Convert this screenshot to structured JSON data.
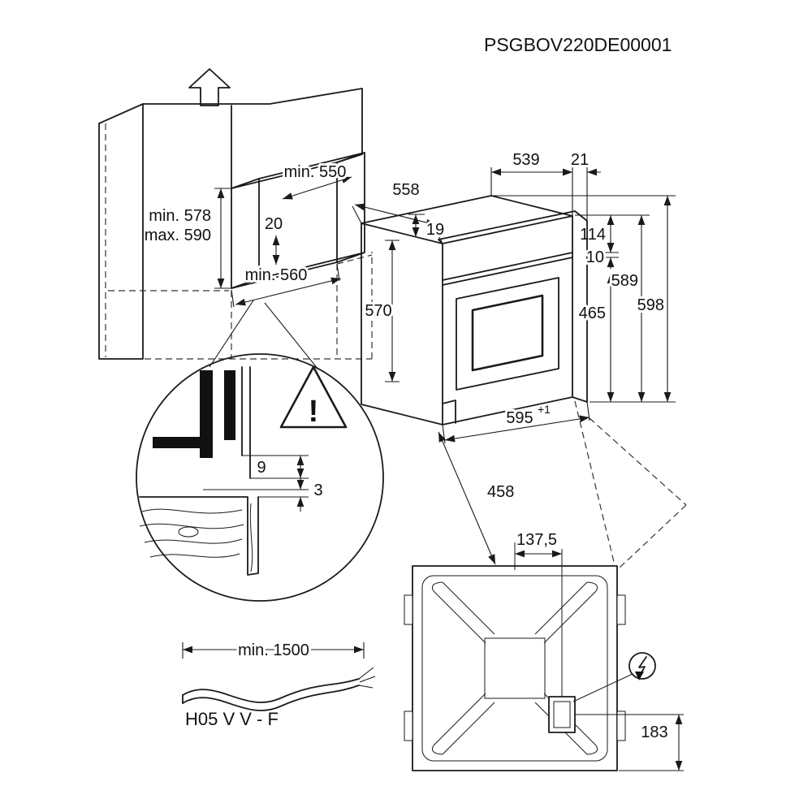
{
  "product_code": "PSGBOV220DE00001",
  "cabinet": {
    "niche_depth": "min. 550",
    "rear_gap": "20",
    "niche_height_min": "min. 578",
    "niche_height_max": "max. 590",
    "niche_width": "min. 560"
  },
  "oven": {
    "top_depth": "539",
    "front_offset": "21",
    "body_depth": "558",
    "frame_lip": "19",
    "panel_height": "114",
    "panel_gap": "10",
    "height_front": "589",
    "height_total": "598",
    "carcass_height": "570",
    "door_height": "465",
    "front_width": "595",
    "front_width_tol": "+1",
    "install_depth": "458"
  },
  "detail": {
    "warning_mark": "!",
    "gap_vertical": "9",
    "gap_horizontal": "3"
  },
  "cable": {
    "min_length": "min. 1500",
    "type": "H05 V V - F"
  },
  "rear_view": {
    "connection_offset": "137,5",
    "connection_height": "183"
  }
}
